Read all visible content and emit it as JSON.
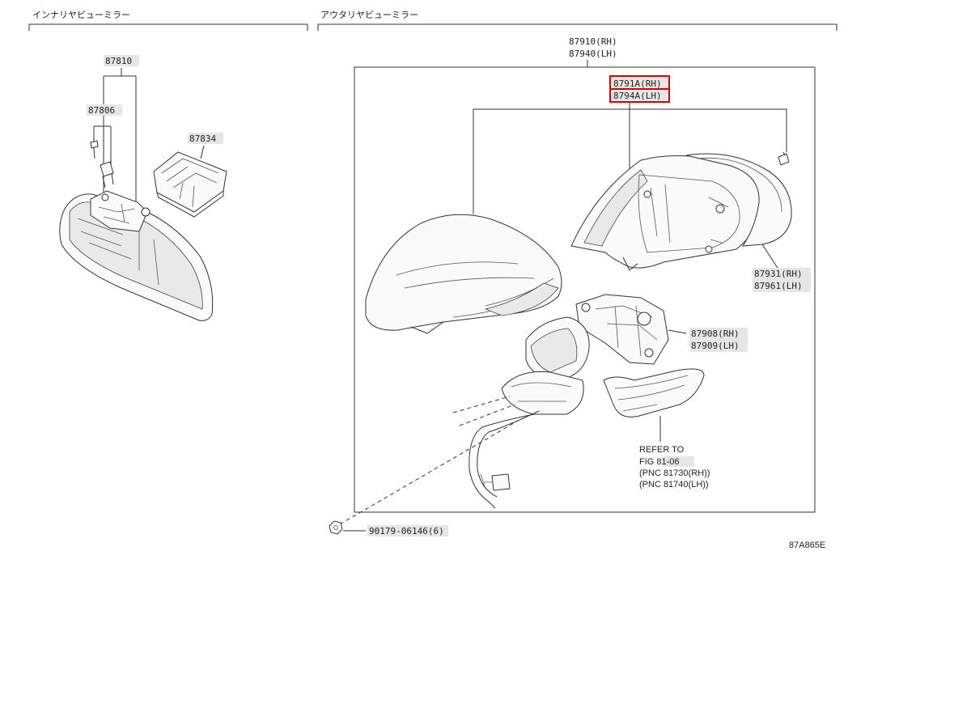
{
  "sections": {
    "inner": {
      "title": "インナリヤビューミラー"
    },
    "outer": {
      "title": "アウタリヤビューミラー"
    }
  },
  "labels": {
    "p87810": "87810",
    "p87806": "87806",
    "p87834": "87834",
    "p87910": "87910(RH)",
    "p87940": "87940(LH)",
    "p8791A": "8791A(RH)",
    "p8794A": "8794A(LH)",
    "p87931": "87931(RH)",
    "p87961": "87961(LH)",
    "p87908": "87908(RH)",
    "p87909": "87909(LH)",
    "ref1": "REFER TO",
    "ref2": "FIG 81-06",
    "ref3": "(PNC 81730(RH))",
    "ref4": "(PNC 81740(LH))",
    "p90179": "90179-06146(6)",
    "figure_code": "87A865E"
  },
  "highlight_color": "#d40000"
}
